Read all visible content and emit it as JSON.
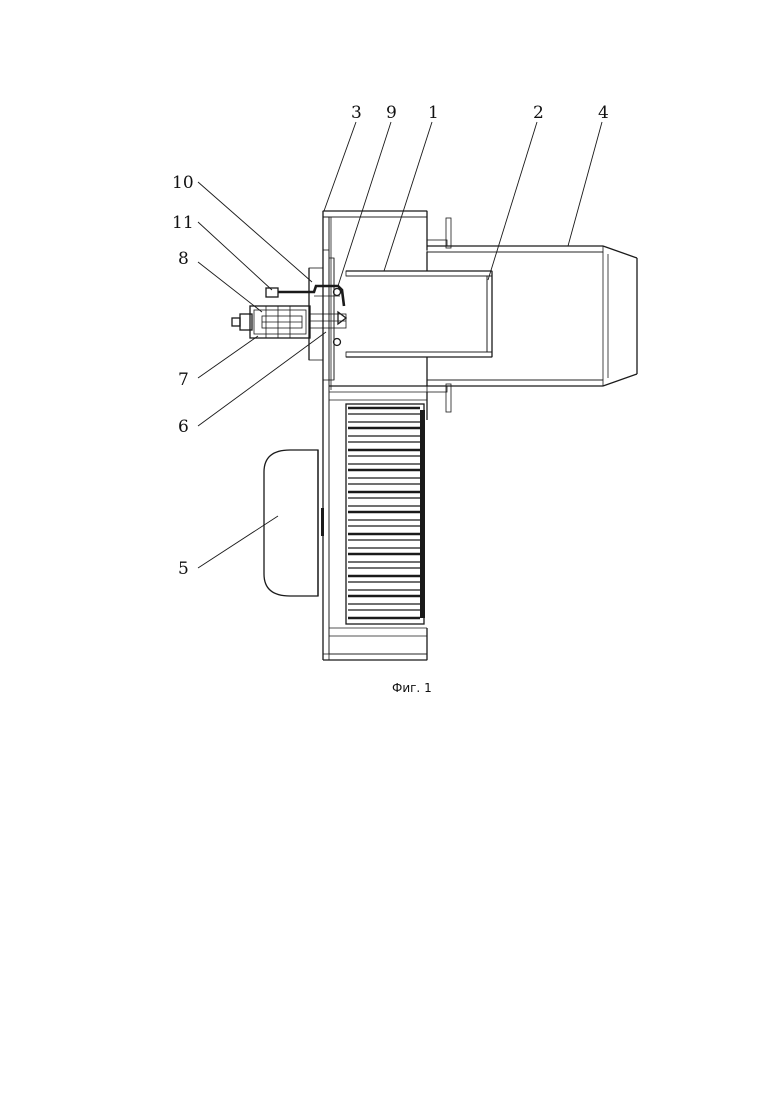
{
  "labels": {
    "n1": "1",
    "n2": "2",
    "n3": "3",
    "n4": "4",
    "n5": "5",
    "n6": "6",
    "n7": "7",
    "n8": "8",
    "n9": "9",
    "n10": "10",
    "n11": "11"
  },
  "caption": "Фиг. 1",
  "colors": {
    "ink": "#1a1a1a",
    "paper": "#ffffff"
  }
}
